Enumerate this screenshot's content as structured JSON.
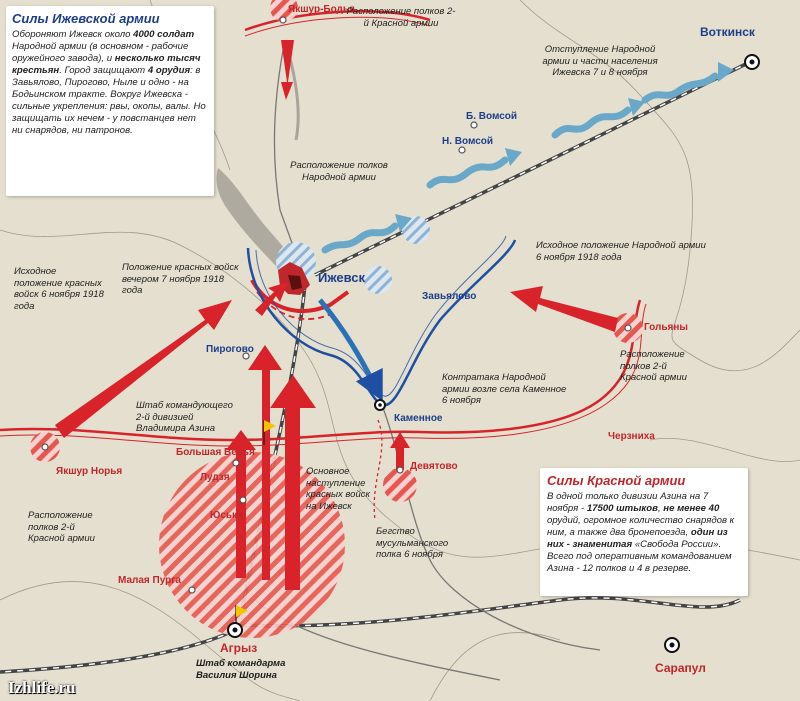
{
  "colors": {
    "red": "#d8232a",
    "blue": "#1f4fa3",
    "arrow_blue": "#6aa8c9",
    "bg": "#e8e4d4"
  },
  "cities": {
    "izhevsk": "Ижевск",
    "votkinsk": "Воткинск",
    "sarapul": "Сарапул",
    "agryz": "Агрыз"
  },
  "places": {
    "yakshur_bodya": "Якшур-Бодья",
    "b_vomsoy": "Б. Вомсой",
    "n_vomsoy": "Н. Вомсой",
    "zavyalovo": "Завьялово",
    "pirogovo": "Пирогово",
    "kamennoe": "Каменное",
    "golyany": "Гольяны",
    "cherzniha": "Черзниха",
    "yakshur_norya": "Якшур Норья",
    "bolshaya_venya": "Большая Венья",
    "ludzya": "Лудзя",
    "yuski": "Юськи",
    "devyatovo": "Девятово",
    "malaya_purga": "Малая Пурга"
  },
  "notes": {
    "red_regiments_top": "Расположение полков 2-й Красной армии",
    "retreat": "Отступление Народной армии и части населения Ижевска 7 и 8 ноября",
    "people_regiments": "Расположение полков Народной армии",
    "initial_people": "Исходное положение Народной армии 6 ноября 1918 года",
    "red_evening": "Положение красных войск вечером 7 ноября 1918 года",
    "initial_red": "Исходное положение красных войск 6 ноября 1918 года",
    "counterattack": "Контратака Народной армии возле села Каменное 6 ноября",
    "red_regiments_right": "Расположение полков 2-й Красной армии",
    "azin_hq": "Штаб командующего 2-й дивизией Владимира Азина",
    "main_offensive": "Основное наступление красных войск на Ижевск",
    "muslim_flight": "Бегство мусульманского полка 6 ноября",
    "red_regiments_left": "Расположение полков 2-й Красной армии",
    "shorin_hq": "Штаб командарма Василия Шорина"
  },
  "izhevsk_box": {
    "title": "Силы Ижевской армии",
    "t1": "Обороняют Ижевск около ",
    "b1": "4000 солдат",
    "t2": " Народной армии (в основном - рабочие оружейного завода), и ",
    "b2": "несколько тысяч крестьян",
    "t3": ". Город защищают ",
    "b3": "4 орудия",
    "t4": ": в Завьялово, Пирогово, Ныле и одно - на Бодьинском тракте. Вокруг Ижевска - сильные укрепления: рвы, окопы, валы. Но защищать их нечем - у повстанцев нет ни снарядов, ни патронов."
  },
  "red_box": {
    "title": "Силы Красной армии",
    "t1": "В одной только дивизии Азина на 7 ноября - ",
    "b1": "17500 штыков",
    "t2": ", ",
    "b2": "не менее 40",
    "t3": " орудий, огромное количество снарядов к ним, а также два бронепоезда, ",
    "b3": "один из них - знаменитая",
    "t4": " «Свобода России». Всего под оперативным командованием Азина - 12 полков и 4 в резерве."
  },
  "site": "Izhlife.ru"
}
